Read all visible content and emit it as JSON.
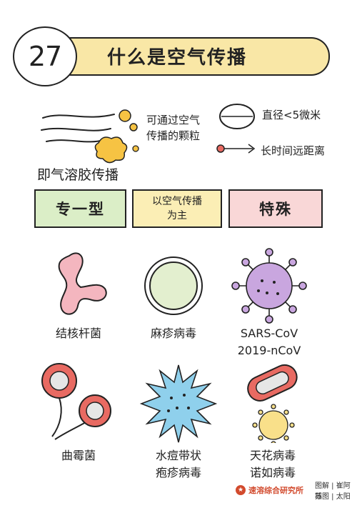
{
  "header": {
    "number": "27",
    "title": "什么是空气传播"
  },
  "intro": {
    "particle_text": [
      "可通过空气",
      "传播的颗粒"
    ],
    "diameter_text": "直径<5微米",
    "distance_text": "长时间远距离",
    "section_heading": "即气溶胶传播"
  },
  "categories": {
    "specific": "专一型",
    "mainly_air": [
      "以空气传播",
      "为主"
    ],
    "special": "特殊"
  },
  "pathogens": {
    "tb": "结核杆菌",
    "measles": "麻疹病毒",
    "sars": [
      "SARS-CoV",
      "2019-nCoV"
    ],
    "capsule": "曲霉菌",
    "varicella": [
      "水痘带状",
      "疱疹病毒"
    ],
    "smallpox": [
      "天花病毒",
      "诺如病毒"
    ]
  },
  "footer": {
    "org": "速溶综合研究所",
    "credit_1": "图解 | 崔阿苏",
    "credit_2": "插图 | 太阳"
  },
  "colors": {
    "header_bar": "#f9e7a6",
    "green_box": "#dbeec7",
    "yellow_box": "#fbeeb5",
    "pink_box": "#f9d7d7",
    "tb_pink": "#f4b6bf",
    "measles_green": "#e3efcf",
    "sars_purple": "#c9a6df",
    "capsule_red": "#e86a62",
    "varicella_blue": "#8fd0ec",
    "smallpox_yellow": "#f9e08a",
    "particle_yellow": "#f6c343"
  }
}
